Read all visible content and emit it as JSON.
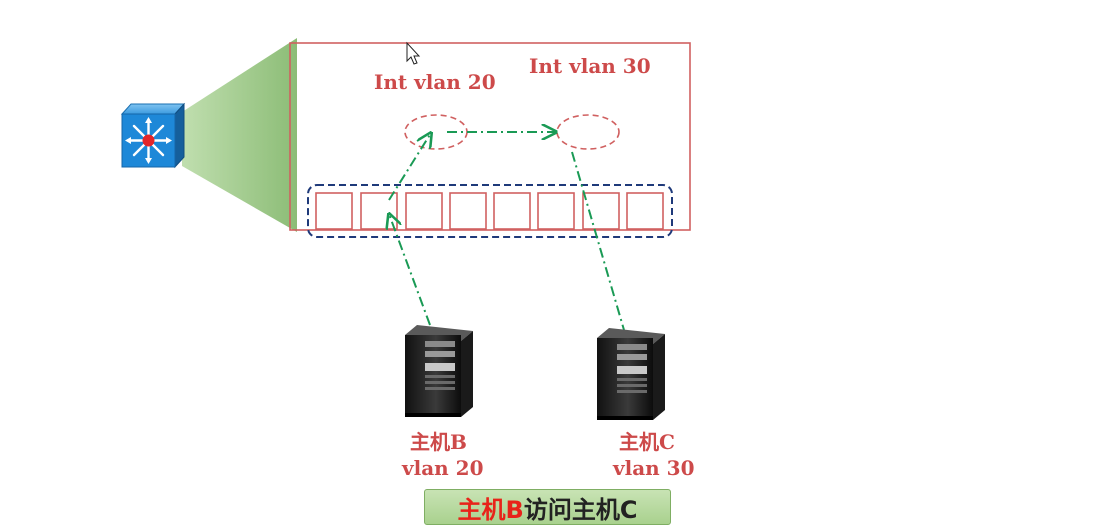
{
  "labels": {
    "int_vlan_20": "Int vlan 20",
    "int_vlan_30": "Int vlan 30"
  },
  "hosts": [
    {
      "name": "主机B",
      "vlan": "vlan 20"
    },
    {
      "name": "主机C",
      "vlan": "vlan 30"
    }
  ],
  "caption": {
    "highlight": "主机B",
    "rest": "访问主机C"
  },
  "colors": {
    "label_red": "#cd4a4a",
    "switch_box": "#d06060",
    "port_group": "#1f3a7a",
    "arrow_green": "#1a9a55",
    "zoom_green": "#8fc27a",
    "switch_blue": "#1e88d8",
    "caption_bg": "#a9d18e",
    "caption_highlight": "#e8231a"
  },
  "icons": [
    "l3-switch-icon",
    "server-icon",
    "mouse-cursor-icon"
  ]
}
